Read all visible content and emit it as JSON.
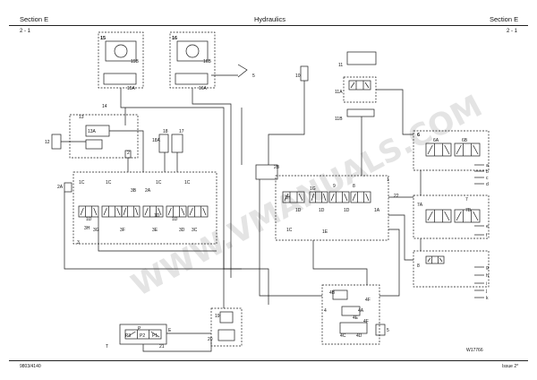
{
  "header": {
    "section_left": "Section E",
    "title": "Hydraulics",
    "section_right": "Section E",
    "page_left": "2 - 1",
    "page_right": "2 - 1"
  },
  "footer": {
    "doc_number": "9803/4140",
    "issue": "Issue 2*"
  },
  "drawing_code": "W17766",
  "watermark": "WWW.VMANUALS.COM",
  "components": {
    "c15": "15",
    "c15b": "15B",
    "c15a": "15A",
    "c16": "16",
    "c16b": "16B",
    "c16a": "16A",
    "c5": "5",
    "c10": "10",
    "c11": "11",
    "c11a": "11A",
    "c11b": "11B",
    "c14": "14",
    "c13": "13",
    "c13a": "13A",
    "c12": "12",
    "c18": "18",
    "c18a": "18A",
    "c17": "17",
    "c2": "2",
    "c2a": "2A",
    "c1c_a": "1C",
    "c1c_b": "1C",
    "c3b": "3B",
    "c3h": "3H",
    "c1d_a": "1D",
    "c3g": "3G",
    "c3f": "3F",
    "c3": "3",
    "c2a_b": "2A",
    "c1c_c": "1C",
    "c1c_d": "1C",
    "c1d_b": "1D",
    "c3e": "3E",
    "c1d_c": "1D",
    "c3d": "3D",
    "c3c": "3C",
    "c2b": "2B",
    "c1h": "1H",
    "c1g": "1G",
    "c9": "9",
    "c8": "8",
    "c1d_d": "1D",
    "c1d_e": "1D",
    "c1d_f": "1D",
    "c1a": "1A",
    "c1e": "1E",
    "c1": "1",
    "c22": "22",
    "c1c_e": "1C",
    "c6": "6",
    "c6a": "6A",
    "c6b": "6B",
    "c7": "7",
    "c7a": "7A",
    "c7b": "7B",
    "c8r": "8",
    "c4b": "4B",
    "c4f": "4F",
    "c4": "4",
    "c4a": "4A",
    "c4e": "4E",
    "c4c": "4C",
    "c4d": "4D",
    "c4f2": "4F",
    "c5b": "5",
    "c19": "19",
    "c20": "20",
    "c21": "21",
    "c23": "E",
    "cT": "T",
    "cE": "E",
    "cP3": "P3",
    "cP2": "P2",
    "cP1": "P1",
    "cP": "P"
  },
  "port_letters": [
    "a",
    "b",
    "c",
    "d",
    "e",
    "f",
    "g",
    "h",
    "i",
    "j",
    "k"
  ]
}
